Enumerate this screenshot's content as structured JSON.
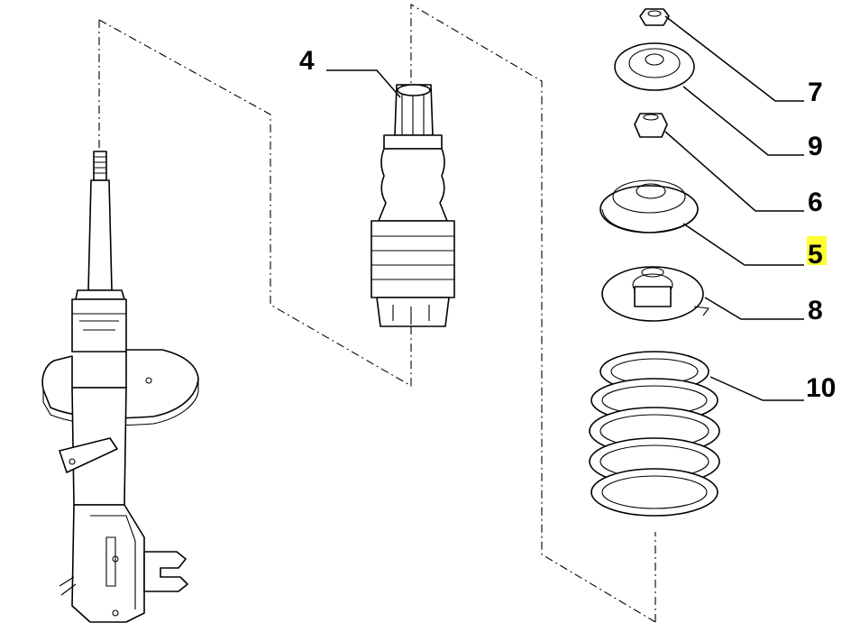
{
  "callouts": [
    {
      "id": "4",
      "label": "4",
      "highlighted": false
    },
    {
      "id": "7",
      "label": "7",
      "highlighted": false
    },
    {
      "id": "9",
      "label": "9",
      "highlighted": false
    },
    {
      "id": "6",
      "label": "6",
      "highlighted": false
    },
    {
      "id": "5",
      "label": "5",
      "highlighted": true
    },
    {
      "id": "8",
      "label": "8",
      "highlighted": false
    },
    {
      "id": "10",
      "label": "10",
      "highlighted": false
    }
  ],
  "colors": {
    "line": "#000000",
    "background": "#ffffff",
    "highlight": "#ffff33"
  }
}
